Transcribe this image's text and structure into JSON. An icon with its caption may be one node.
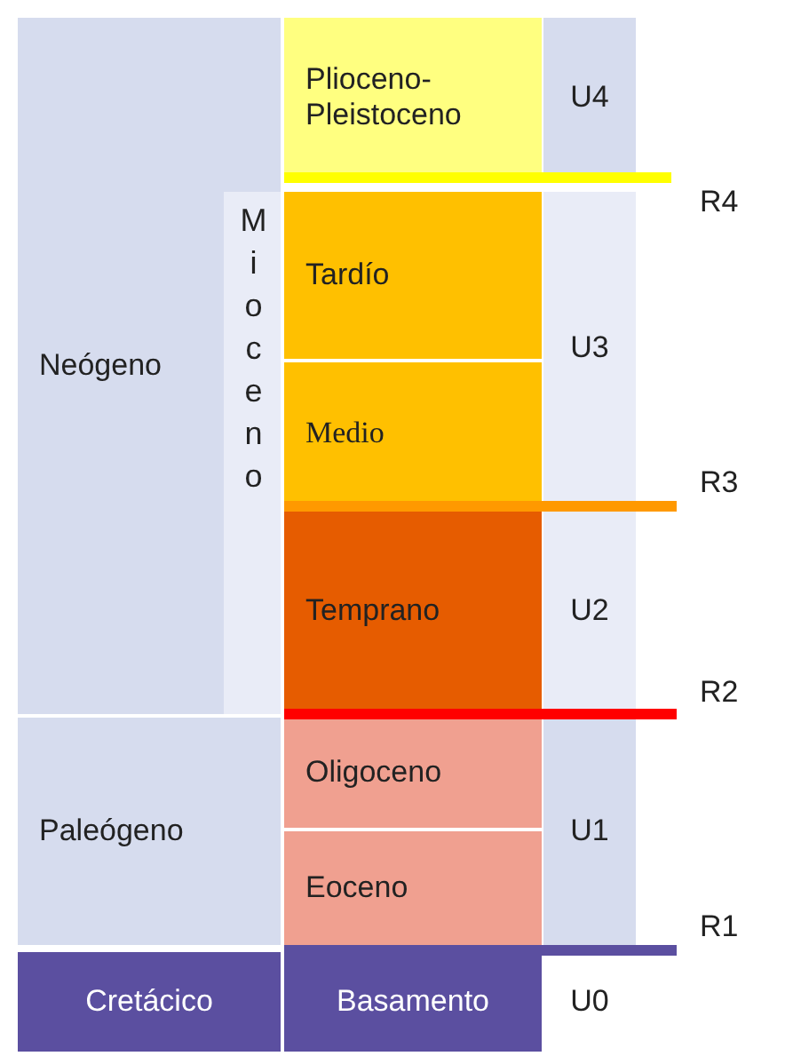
{
  "diagram": {
    "nodes": [
      {
        "text": [
          "Neógeno"
        ]
      },
      {
        "text": [
          "Mioceno"
        ],
        "in": 0
      },
      {
        "text": [
          "Plioceno-Pleistoceno"
        ]
      },
      {
        "text": [
          "U4"
        ]
      },
      {
        "text": [
          "Tardío"
        ]
      },
      {
        "text": [
          "Medio"
        ]
      },
      {
        "text": [
          "U3"
        ]
      },
      {
        "text": [
          "Temprano"
        ]
      },
      {
        "text": [
          "U2"
        ]
      },
      {
        "text": [
          "Paleógeno"
        ]
      },
      {
        "text": [
          "Oligoceno"
        ]
      },
      {
        "text": [
          "Eoceno"
        ]
      },
      {
        "text": [
          "U1"
        ]
      },
      {
        "text": [
          "Cretácico"
        ]
      },
      {
        "text": [
          "Basamento"
        ]
      },
      {
        "text": [
          "U0"
        ]
      }
    ],
    "labels": [
      "R4",
      "R3",
      "R2",
      "R1"
    ]
  }
}
